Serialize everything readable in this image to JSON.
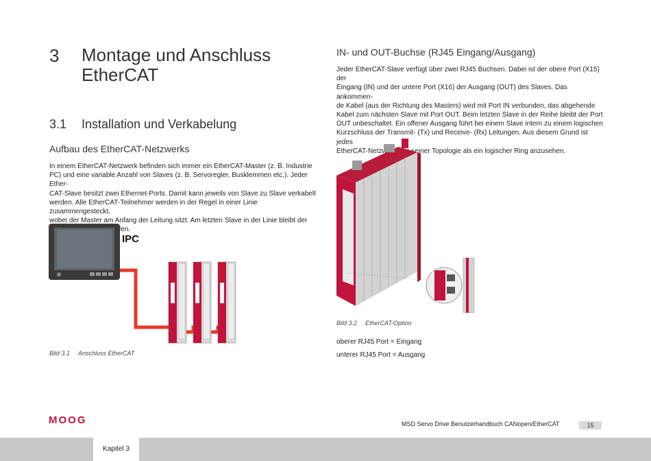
{
  "chapter": {
    "number": "3",
    "title": "Montage und Anschluss EtherCAT"
  },
  "section": {
    "number": "3.1",
    "title": "Installation und Verkabelung"
  },
  "left": {
    "subtitle": "Aufbau des EtherCAT-Netzwerks",
    "lines": [
      "In einem EtherCAT-Netzwerk befinden sich immer ein EtherCAT-Master (z. B. Industrie",
      "PC) und eine variable Anzahl von Slaves (z. B. Servoregler, Busklemmen etc.). Jeder Ether-",
      "CAT-Slave besitzt zwei Ethernet-Ports. Damit kann jeweils von Slave zu Slave verkabelt",
      "werden. Alle EtherCAT-Teilnehmer werden in der Regel in einer Linie zusammengesteckt,",
      "wobei der Master am Anfang der Leitung sitzt. Am letzten Slave in der Linie bleibt der",
      "zweite Ethernet-Port offen."
    ],
    "figure_label": "IPC",
    "caption_num": "Bild 3.1",
    "caption_text": "Anschluss EtherCAT"
  },
  "right": {
    "heading": "IN- und OUT-Buchse (RJ45 Eingang/Ausgang)",
    "lines": [
      "Jeder EtherCAT-Slave verfügt über zwei RJ45 Buchsen. Dabei ist der obere Port (X15) der",
      "Eingang (IN) und der untere Port (X16) der Ausgang (OUT) des Slaves. Das ankommen-",
      "de Kabel (aus der Richtung des Masters) wird mit Port IN verbunden, das abgehende",
      "Kabel zum nächsten Slave mit Port OUT. Beim letzten Slave in der Reihe bleibt der Port",
      "OUT unbeschaltet. Ein offener Ausgang führt bei einem Slave intern zu einem logischen",
      "Kurzschluss der Transmit- (Tx) und Receive- (Rx) Leitungen. Aus diesem Grund ist jedes",
      "EtherCAT-Netzwerk von seiner Topologie als ein logischer Ring anzusehen."
    ],
    "caption_num": "Bild 3.2",
    "caption_text": "EtherCAT-Option",
    "port_upper": "oberer RJ45 Port = Eingang",
    "port_lower": "unterer RJ45 Port = Ausgang"
  },
  "footer": {
    "logo": "MOOG",
    "document_title": "MSD Servo Drive Benutzerhandbuch CANopen/EtherCAT",
    "page_number": "15",
    "chapter_tab": "Kapitel 3"
  },
  "colors": {
    "brand_red": "#c0143c",
    "cable_red": "#e83a2a",
    "footer_gray": "#c8c8c8"
  }
}
